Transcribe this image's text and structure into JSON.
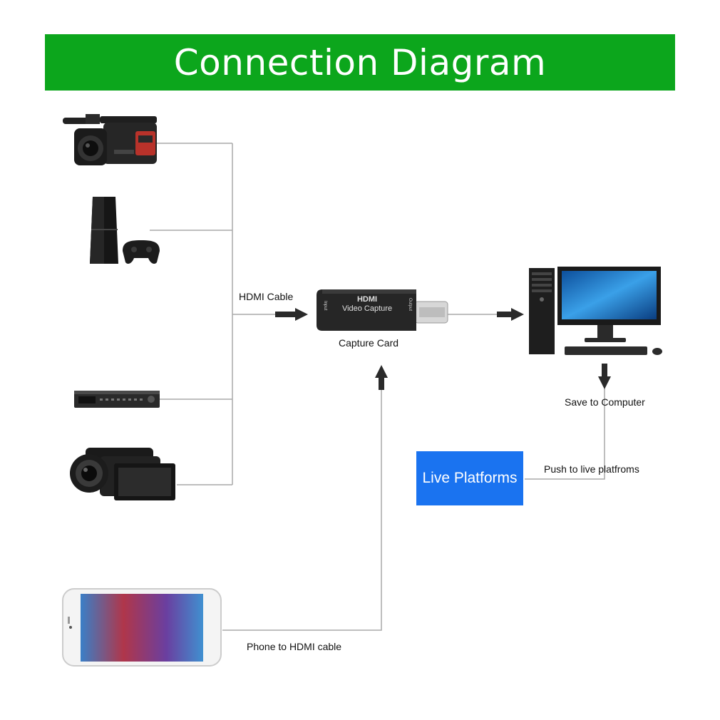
{
  "banner": {
    "title": "Connection Diagram",
    "color": "#0ca61c"
  },
  "devices": [
    {
      "name": "professional camcorder",
      "icon": "camcorder-icon"
    },
    {
      "name": "game console",
      "icon": "game-console-icon"
    },
    {
      "name": "set-top box",
      "icon": "set-top-box-icon"
    },
    {
      "name": "handheld camcorder",
      "icon": "handycam-icon"
    },
    {
      "name": "smartphone",
      "icon": "smartphone-icon"
    }
  ],
  "capture_card": {
    "brand": "HDMI",
    "model": "Video Capture",
    "port_in": "Input",
    "port_out": "Output",
    "label": "Capture Card"
  },
  "labels": {
    "hdmi_cable": "HDMI Cable",
    "save": "Save to Computer",
    "push": "Push to live platfroms",
    "phone_cable": "Phone to HDMI cable"
  },
  "live_box": {
    "label": "Live Platforms",
    "color": "#1a73f0"
  },
  "colors": {
    "line": "#a9a9a9",
    "arrow": "#2a2a2a"
  }
}
